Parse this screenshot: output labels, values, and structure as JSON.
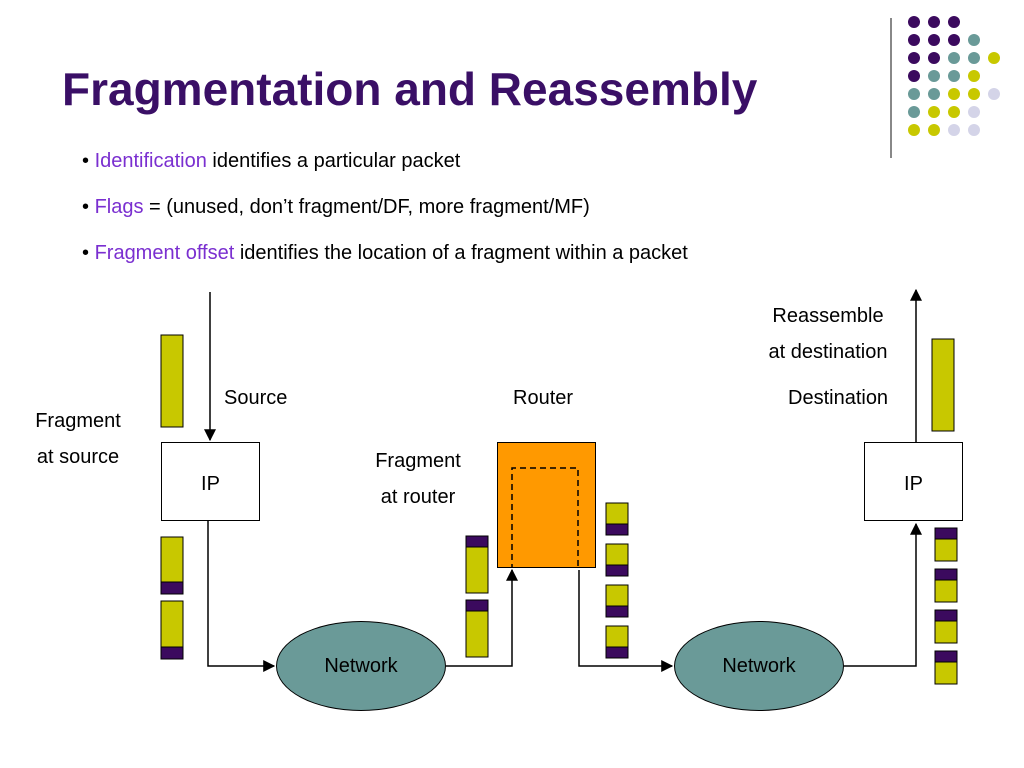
{
  "title": "Fragmentation and Reassembly",
  "bullets": [
    {
      "highlight": "Identification",
      "rest": " identifies a particular packet"
    },
    {
      "highlight": "Flags",
      "rest": " = (unused, don’t fragment/DF, more fragment/MF)"
    },
    {
      "highlight": "Fragment offset",
      "rest": " identifies the location of a fragment within a packet"
    }
  ],
  "diagram": {
    "fragment_at_source": {
      "line1": "Fragment",
      "line2": "at source"
    },
    "source_label": "Source",
    "router_label": "Router",
    "destination_label": "Destination",
    "fragment_at_router": {
      "line1": "Fragment",
      "line2": "at router"
    },
    "reassemble": {
      "line1": "Reassemble",
      "line2": "at destination"
    },
    "ip_source": "IP",
    "ip_destination": "IP",
    "network_left": "Network",
    "network_right": "Network"
  },
  "colors": {
    "title": "#3a0f66",
    "highlight": "#7a2fd0",
    "fragment_body": "#c8c800",
    "fragment_header": "#3b0a5e",
    "network": "#6a9a98",
    "router": "#ff9900",
    "dot_purple": "#3b0a5e",
    "dot_teal": "#6a9a98",
    "dot_yellow": "#c8c800",
    "dot_lavender": "#d4d4e8"
  }
}
